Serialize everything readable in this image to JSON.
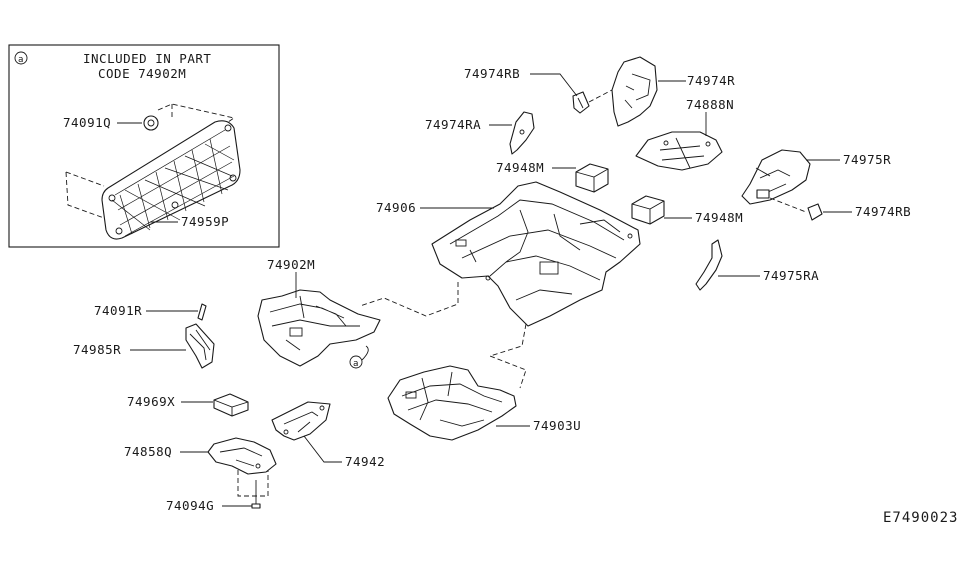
{
  "inset": {
    "symbol": "a",
    "note_line1": "INCLUDED IN PART",
    "note_line2": "CODE 74902M"
  },
  "labels": {
    "p74091Q": "74091Q",
    "p74959P": "74959P",
    "p74974RB_top": "74974RB",
    "p74974R": "74974R",
    "p74974RA": "74974RA",
    "p74888N": "74888N",
    "p74948M_left": "74948M",
    "p74975R": "74975R",
    "p74906": "74906",
    "p74948M_right": "74948M",
    "p74974RB_right": "74974RB",
    "p74902M": "74902M",
    "p74975RA": "74975RA",
    "p74091R": "74091R",
    "p74985R": "74985R",
    "p74969X": "74969X",
    "p74903U": "74903U",
    "p74858Q": "74858Q",
    "p74942": "74942",
    "p74094G": "74094G"
  },
  "diagram_code": "E7490023"
}
